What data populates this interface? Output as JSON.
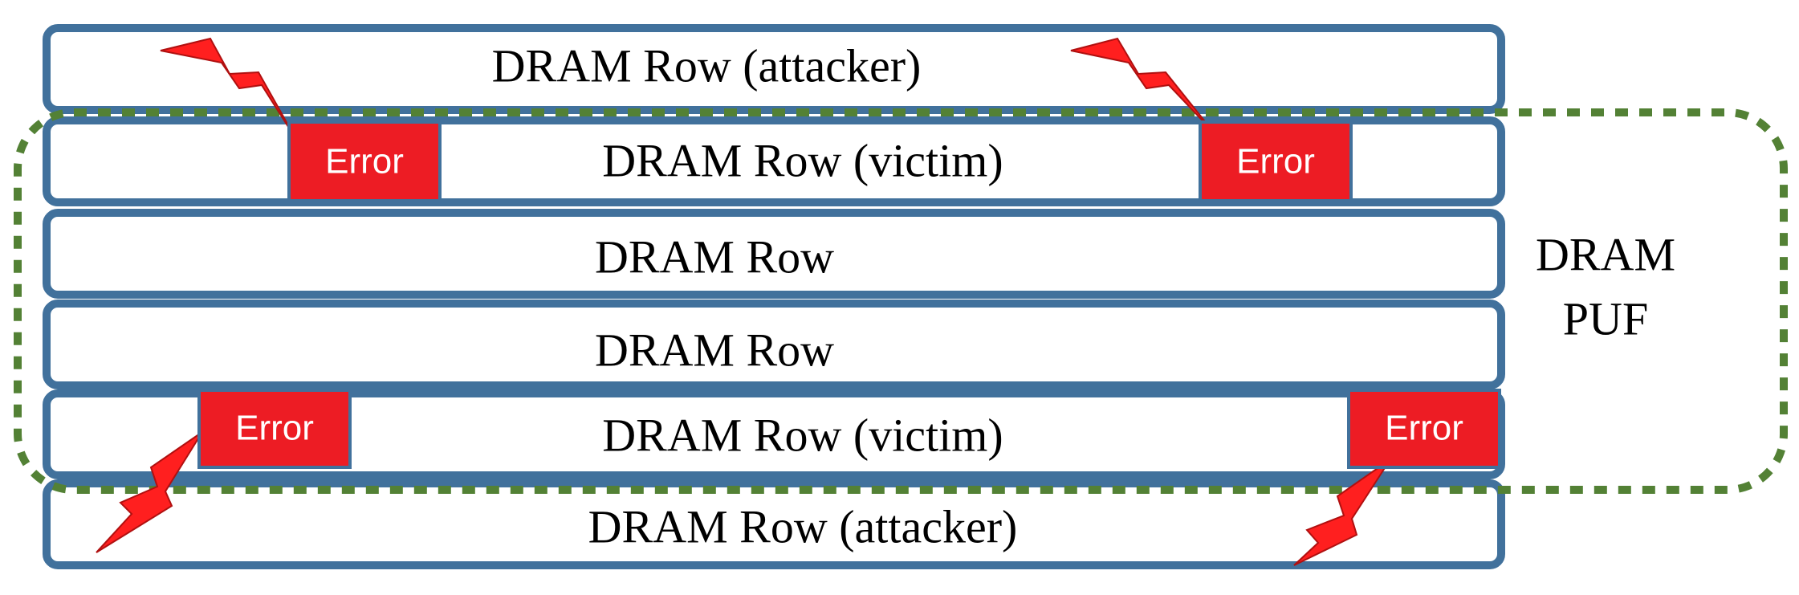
{
  "diagram": {
    "rows": [
      {
        "label": "DRAM Row (attacker)",
        "role": "attacker"
      },
      {
        "label": "DRAM Row (victim)",
        "role": "victim"
      },
      {
        "label": "DRAM Row",
        "role": "plain"
      },
      {
        "label": "DRAM Row",
        "role": "plain"
      },
      {
        "label": "DRAM Row (victim)",
        "role": "victim"
      },
      {
        "label": "DRAM Row (attacker)",
        "role": "attacker"
      }
    ],
    "errors": [
      {
        "label": "Error"
      },
      {
        "label": "Error"
      },
      {
        "label": "Error"
      },
      {
        "label": "Error"
      }
    ],
    "puf": {
      "line1": "DRAM",
      "line2": "PUF"
    },
    "colors": {
      "row_border": "#41719c",
      "row_fill": "#ffffff",
      "error_fill": "#ed1c24",
      "error_border": "#41719c",
      "bolt_fill": "#ff1f1f",
      "puf_border": "#538135"
    }
  }
}
